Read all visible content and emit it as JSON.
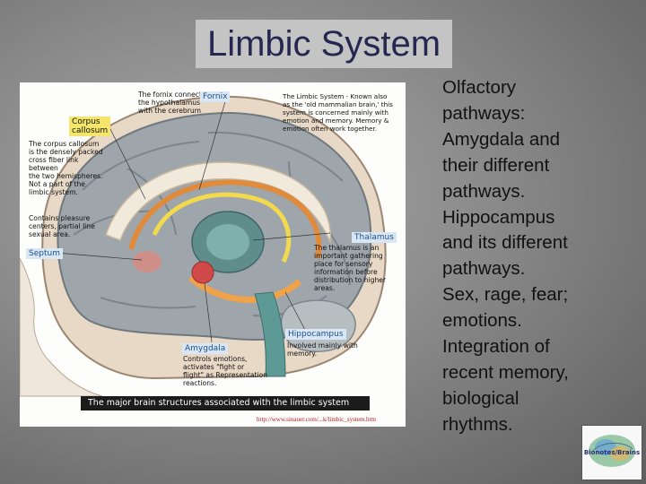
{
  "slide": {
    "title": "Limbic System",
    "body_lines": [
      "Olfactory",
      "pathways:",
      "Amygdala and",
      "their different",
      "pathways.",
      "Hippocampus",
      "and its different",
      "pathways.",
      "Sex, rage, fear;",
      "emotions.",
      "Integration of",
      "recent memory,",
      "biological",
      "rhythms."
    ],
    "logo_text": "Bionotes/Brains"
  },
  "figure": {
    "caption": "The major brain structures associated with the limbic system",
    "url": "http://www.sinauer.com/...k/limbic_system.htm",
    "labels": {
      "fornix": "Fornix",
      "corpus_callosum": "Corpus\ncallosum",
      "thalamus": "Thalamus",
      "septum": "Septum",
      "hippocampus": "Hippocampus",
      "amygdala": "Amygdala"
    },
    "notes": {
      "fornix_note": "The fornix connects\nthe hypothalamus\nwith the cerebrum",
      "limbic_note": "The Limbic System - Known also\nas the 'old mammalian brain,' this\nsystem is concerned mainly with\nemotion and memory. Memory &\nemotion often work together.",
      "corpus_note": "The corpus callosum\nis the densely packed\ncross fiber link between\nthe two hemispheres.\nNot a part of the\nlimbic system.",
      "septum_note": "Contains pleasure\ncenters, partial line\nsexual area.",
      "thalamus_note": "The thalamus is an\nimportant gathering\nplace for sensory\ninformation before\ndistribution to higher\nareas.",
      "hippocampus_note": "Involved mainly with\nmemory.",
      "amygdala_note": "Controls emotions,\nactivates \"fight or\nflight\" as Representation\nreactions."
    }
  }
}
